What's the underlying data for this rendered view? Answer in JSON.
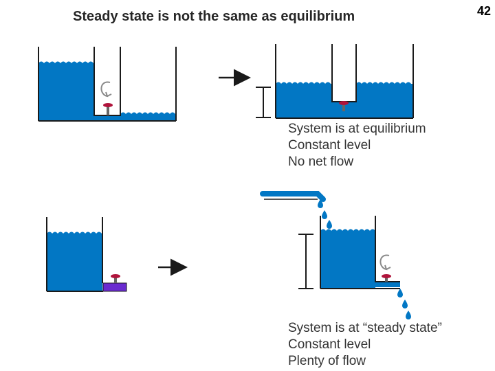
{
  "slide": {
    "title": "Steady state is not the same as equilibrium",
    "number": "42"
  },
  "equilibrium_caption": [
    "System is at equilibrium",
    "Constant level",
    "No net flow"
  ],
  "steady_state_caption": [
    "System is at “steady state”",
    "Constant level",
    "Plenty of flow"
  ],
  "colors": {
    "water": "#0277c4",
    "wall": "#1a1a1a",
    "valve": "#b0143c",
    "pipe_plug": "#6a2bd0",
    "rotate_arrow": "#8a8a8a"
  },
  "icons": [
    "rotate-valve-icon",
    "valve-icon",
    "arrow-right-icon",
    "level-marker-icon",
    "water-drop-icon"
  ]
}
